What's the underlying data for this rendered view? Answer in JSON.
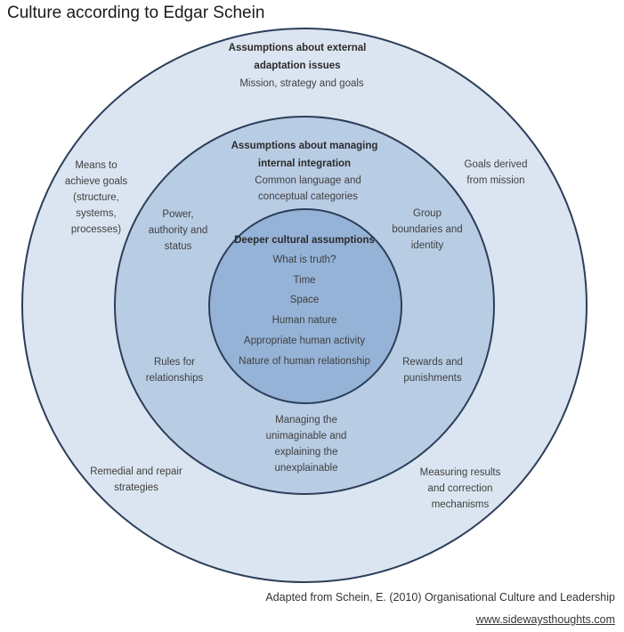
{
  "title": "Culture according to Edgar Schein",
  "colors": {
    "outer_fill": "#dbe5f1",
    "middle_fill": "#b8cce4",
    "inner_fill": "#95b3d7",
    "ring_stroke": "#2c3e5a"
  },
  "outer_ring": {
    "heading": "Assumptions about external\nadaptation issues",
    "items": {
      "top": "Mission, strategy and goals",
      "upper_left": "Means to\nachieve goals\n(structure,\nsystems,\nprocesses)",
      "upper_right": "Goals derived\nfrom mission",
      "lower_left": "Remedial and repair\nstrategies",
      "lower_right": "Measuring results\nand correction\nmechanisms"
    }
  },
  "middle_ring": {
    "heading": "Assumptions about managing\ninternal integration",
    "items": {
      "top": "Common language and\nconceptual categories",
      "upper_left": "Power,\nauthority and\nstatus",
      "upper_right": "Group\nboundaries and\nidentity",
      "lower_left": "Rules for\nrelationships",
      "lower_right": "Rewards and\npunishments",
      "bottom": "Managing the\nunimaginable and\nexplaining the\nunexplainable"
    }
  },
  "inner_circle": {
    "heading": "Deeper cultural assumptions",
    "items": [
      "What is truth?",
      "Time",
      "Space",
      "Human nature",
      "Appropriate human activity",
      "Nature of human relationship"
    ]
  },
  "footer": {
    "source": "Adapted from Schein, E. (2010) Organisational Culture and Leadership",
    "website": "www.sidewaysthoughts.com"
  }
}
